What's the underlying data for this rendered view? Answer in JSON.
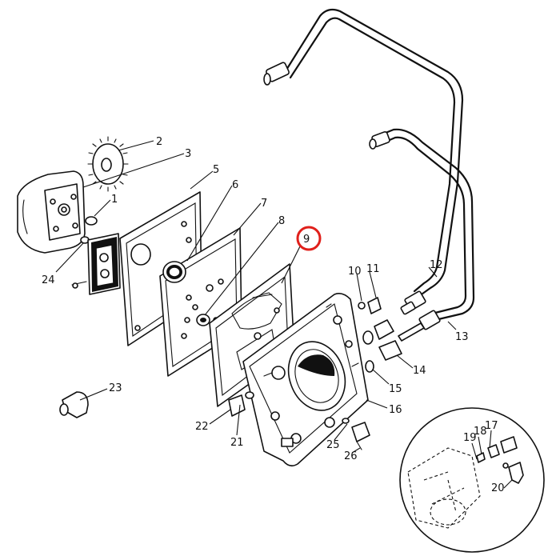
{
  "callouts": [
    {
      "id": "1",
      "text": "1"
    },
    {
      "id": "2",
      "text": "2"
    },
    {
      "id": "3",
      "text": "3"
    },
    {
      "id": "4",
      "text": "24"
    },
    {
      "id": "5",
      "text": "5"
    },
    {
      "id": "6",
      "text": "6"
    },
    {
      "id": "7",
      "text": "7"
    },
    {
      "id": "8",
      "text": "8"
    },
    {
      "id": "9",
      "text": "9"
    },
    {
      "id": "10",
      "text": "10"
    },
    {
      "id": "11",
      "text": "11"
    },
    {
      "id": "12",
      "text": "12"
    },
    {
      "id": "13",
      "text": "13"
    },
    {
      "id": "14",
      "text": "14"
    },
    {
      "id": "15",
      "text": "15"
    },
    {
      "id": "16",
      "text": "16"
    },
    {
      "id": "17",
      "text": "17"
    },
    {
      "id": "18",
      "text": "18"
    },
    {
      "id": "19",
      "text": "19"
    },
    {
      "id": "20",
      "text": "20"
    },
    {
      "id": "21",
      "text": "21"
    },
    {
      "id": "22",
      "text": "22"
    },
    {
      "id": "23",
      "text": "23"
    },
    {
      "id": "25",
      "text": "25"
    },
    {
      "id": "26",
      "text": "26"
    }
  ],
  "highlight": {
    "callout": "9",
    "color": "#e0201b"
  },
  "line_color": "#111111"
}
